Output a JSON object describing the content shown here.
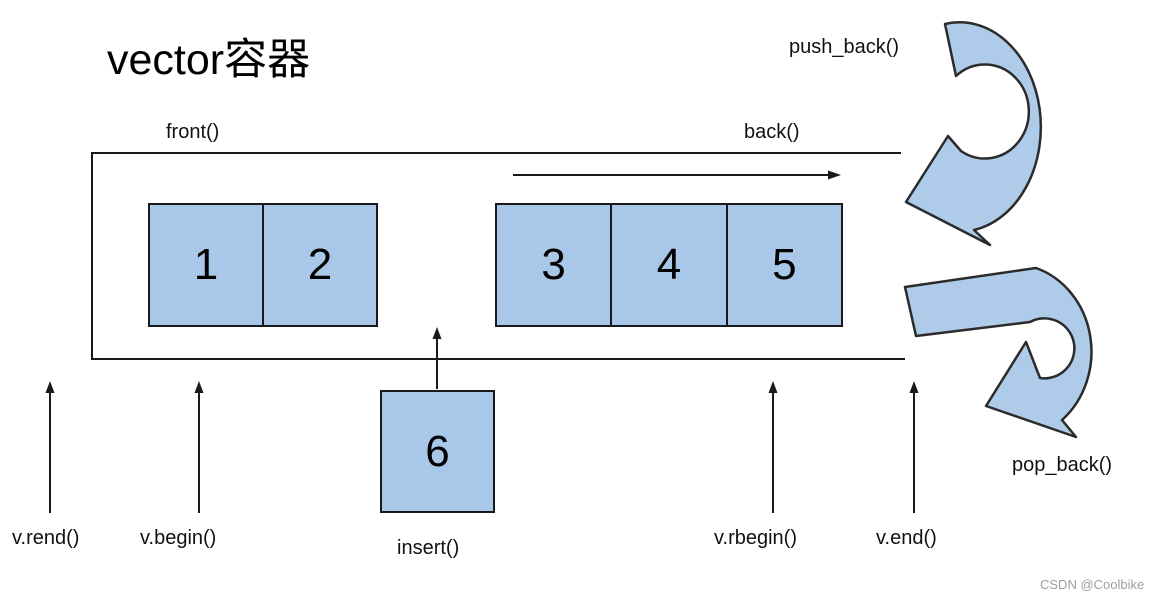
{
  "diagram": {
    "title": "vector容器",
    "container": {
      "cells_front": [
        "1",
        "2"
      ],
      "cells_back": [
        "3",
        "4",
        "5"
      ],
      "insert_cell": "6"
    },
    "labels": {
      "front": "front()",
      "back": "back()",
      "push_back": "push_back()",
      "pop_back": "pop_back()",
      "insert": "insert()",
      "v_rend": "v.rend()",
      "v_begin": "v.begin()",
      "v_rbegin": "v.rbegin()",
      "v_end": "v.end()"
    },
    "watermark": "CSDN @Coolbike"
  },
  "colors": {
    "cell_fill": "#a9c7e8",
    "arrow_fill": "#aecbea",
    "stroke": "#1a1a1a",
    "label_text": "#111111",
    "watermark_text": "#9e9e9e"
  }
}
